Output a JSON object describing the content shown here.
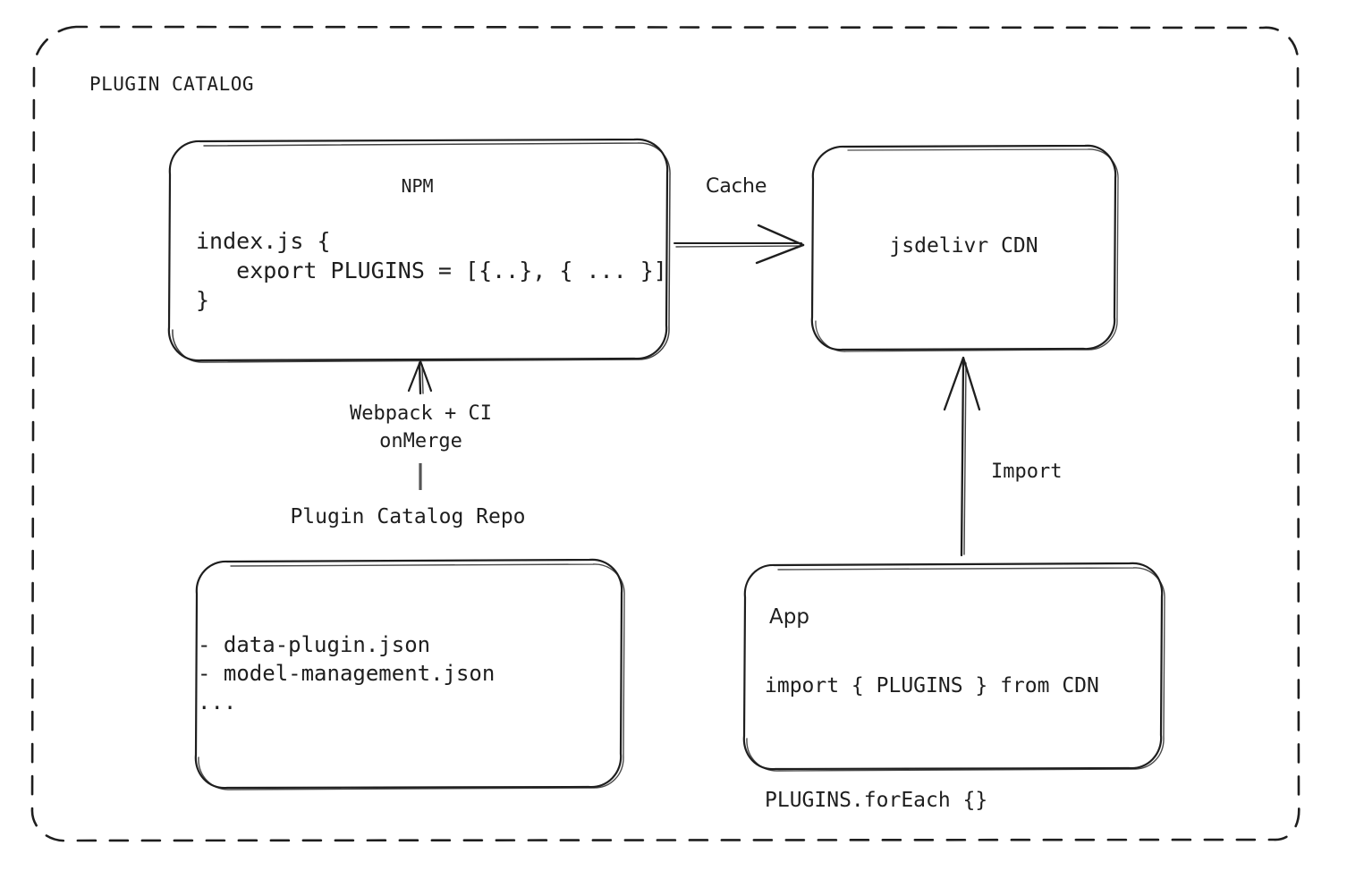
{
  "diagram": {
    "title": "PLUGIN CATALOG",
    "type": "architecture-flow",
    "background": "#ffffff",
    "stroke_color": "#1e1e1e",
    "style": "hand-drawn"
  },
  "container": {
    "label": "PLUGIN CATALOG",
    "border_style": "dashed",
    "border_color": "#1e1e1e"
  },
  "nodes": {
    "npm": {
      "title": "NPM",
      "code_lines": [
        "index.js {",
        "   export PLUGINS = [{..}, { ... }]",
        "}"
      ],
      "code_text": "index.js {\n   export PLUGINS = [{..}, { ... }]\n}"
    },
    "cdn": {
      "title": "jsdelivr CDN"
    },
    "repo": {
      "label": "Plugin Catalog Repo",
      "items": [
        "- data-plugin.json",
        "- model-management.json",
        "..."
      ],
      "items_text": "- data-plugin.json\n- model-management.json\n..."
    },
    "app": {
      "title": "App",
      "code_lines": [
        "import { PLUGINS } from CDN",
        "PLUGINS.forEach {}"
      ],
      "code_text": "import { PLUGINS } from CDN\n\nPLUGINS.forEach {}"
    }
  },
  "edges": {
    "cache": {
      "label": "Cache",
      "from": "npm",
      "to": "cdn",
      "direction": "right"
    },
    "build": {
      "label": "Webpack + CI\nonMerge",
      "label_line1": "Webpack + CI",
      "label_line2": "onMerge",
      "from": "repo",
      "to": "npm",
      "direction": "up"
    },
    "import": {
      "label": "Import",
      "from": "app",
      "to": "cdn",
      "direction": "up"
    }
  }
}
